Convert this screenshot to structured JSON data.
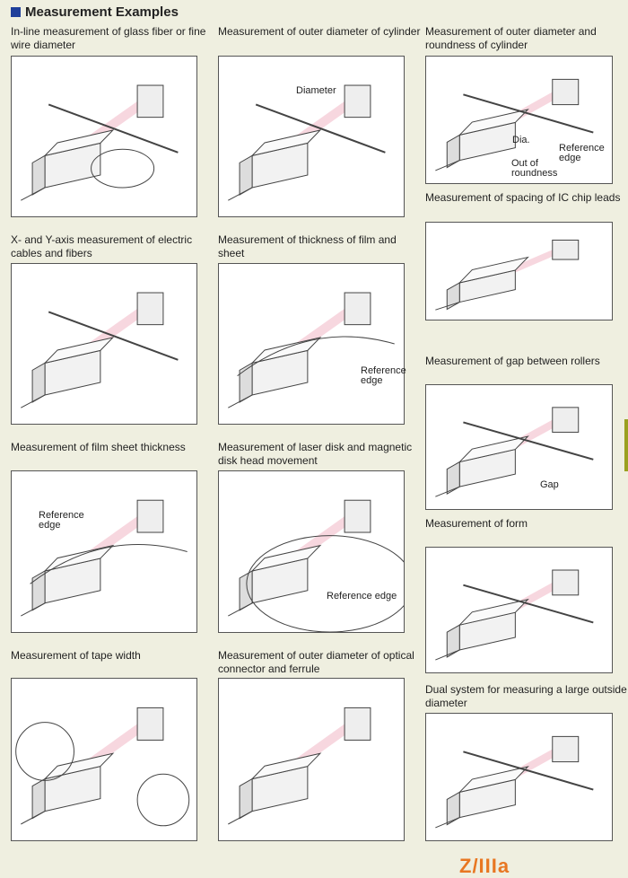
{
  "header": {
    "title": "Measurement Examples"
  },
  "colors": {
    "accent": "#1f3f9a",
    "beam": "#f6d3dc",
    "tab": "#9aa020",
    "logo": "#e87722"
  },
  "panels": [
    {
      "title": "In-line measurement of glass fiber or fine wire diameter",
      "labels": []
    },
    {
      "title": "Measurement of outer diameter of cylinder",
      "labels": [
        "Diameter"
      ]
    },
    {
      "title": "Measurement of outer diameter and roundness of cylinder",
      "labels": [
        "Dia.",
        "Reference edge",
        "Out of roundness"
      ]
    },
    {
      "title": "Measurement of spacing of IC chip leads",
      "labels": []
    },
    {
      "title": "X- and Y-axis measurement of electric cables and fibers",
      "labels": []
    },
    {
      "title": "Measurement of thickness of film and sheet",
      "labels": [
        "Reference edge"
      ]
    },
    {
      "title": "Measurement of gap between rollers",
      "labels": [
        "Gap"
      ]
    },
    {
      "title": "Measurement of film sheet thickness",
      "labels": [
        "Reference edge"
      ]
    },
    {
      "title": "Measurement of laser disk and magnetic disk head movement",
      "labels": [
        "Reference edge"
      ]
    },
    {
      "title": "Measurement of form",
      "labels": []
    },
    {
      "title": "Measurement of tape width",
      "labels": []
    },
    {
      "title": "Measurement of outer diameter of optical connector and ferrule",
      "labels": []
    },
    {
      "title": "Dual system for measuring a large outside diameter",
      "labels": []
    }
  ],
  "footer": {
    "logo_text": "Z/IIIa"
  }
}
